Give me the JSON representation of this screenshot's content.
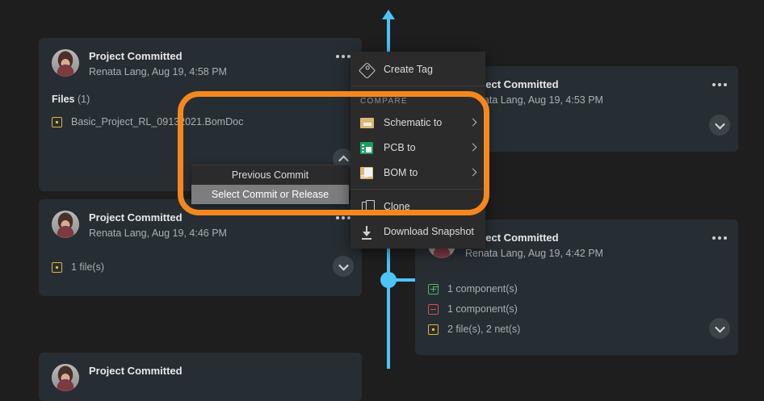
{
  "theme": {
    "background": "#1e1e1e",
    "card_background": "#272e33",
    "menu_background": "#2b2b2b",
    "timeline_color": "#4ec3f7",
    "highlight_color": "#f5871f",
    "accent_yellow": "#e0b43a",
    "accent_green": "#53b36b",
    "accent_red": "#d1514f"
  },
  "cards": {
    "left_top": {
      "title": "Project Committed",
      "meta": "Renata Lang, Aug 19, 4:58 PM",
      "files_label": "Files",
      "files_count": "(1)",
      "file_name": "Basic_Project_RL_09132021.BomDoc",
      "collapse_icon": "chevron-up-icon",
      "more_icon": "ellipsis-icon"
    },
    "left_middle": {
      "title": "Project Committed",
      "meta": "Renata Lang, Aug 19, 4:46 PM",
      "stat": "1 file(s)",
      "expand_icon": "chevron-down-icon",
      "more_icon": "ellipsis-icon"
    },
    "left_bottom": {
      "title": "Project Committed"
    },
    "right_top": {
      "title": "Project Committed",
      "meta": "Renata Lang, Aug 19, 4:53 PM",
      "expand_icon": "chevron-down-icon",
      "more_icon": "ellipsis-icon"
    },
    "right_bottom": {
      "title": "Project Committed",
      "meta": "Renata Lang, Aug 19, 4:42 PM",
      "stats": [
        {
          "icon": "added-component-icon",
          "text": "1 component(s)",
          "kind": "green"
        },
        {
          "icon": "removed-component-icon",
          "text": "1 component(s)",
          "kind": "red"
        },
        {
          "icon": "modified-file-icon",
          "text": "2 file(s), 2 net(s)",
          "kind": "yellow"
        }
      ],
      "expand_icon": "chevron-down-icon",
      "more_icon": "ellipsis-icon"
    }
  },
  "commit_dropdown": {
    "options": [
      {
        "label": "Previous Commit",
        "selected": false
      },
      {
        "label": "Select Commit or Release",
        "selected": true
      }
    ]
  },
  "context_menu": {
    "create_tag": {
      "label": "Create Tag",
      "icon": "tag-icon"
    },
    "compare_section_label": "COMPARE",
    "compare_items": [
      {
        "label": "Schematic to",
        "icon": "schematic-icon",
        "has_submenu": true
      },
      {
        "label": "PCB to",
        "icon": "pcb-icon",
        "has_submenu": true
      },
      {
        "label": "BOM to",
        "icon": "bom-icon",
        "has_submenu": true
      }
    ],
    "clone": {
      "label": "Clone",
      "icon": "clone-icon"
    },
    "download_snapshot": {
      "label": "Download Snapshot",
      "icon": "download-icon"
    }
  }
}
